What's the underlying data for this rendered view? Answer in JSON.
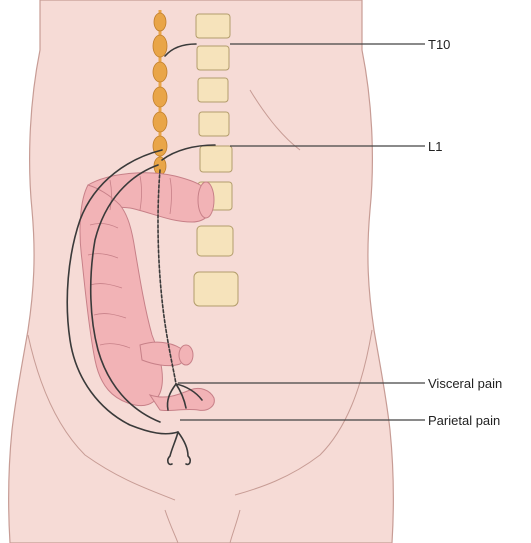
{
  "labels": {
    "t10": "T10",
    "l1": "L1",
    "visceral": "Visceral pain",
    "parietal": "Parietal pain"
  },
  "colors": {
    "background": "#ffffff",
    "skin": "#f6dbd6",
    "skin_outline": "#c79c95",
    "vertebra": "#f6e3bb",
    "vertebra_outline": "#b39d6c",
    "ganglia_chain": "#e9a548",
    "colon": "#f2b3b6",
    "colon_outline": "#c78088",
    "nerve": "#3a3a3a",
    "leader_line": "#444444"
  }
}
